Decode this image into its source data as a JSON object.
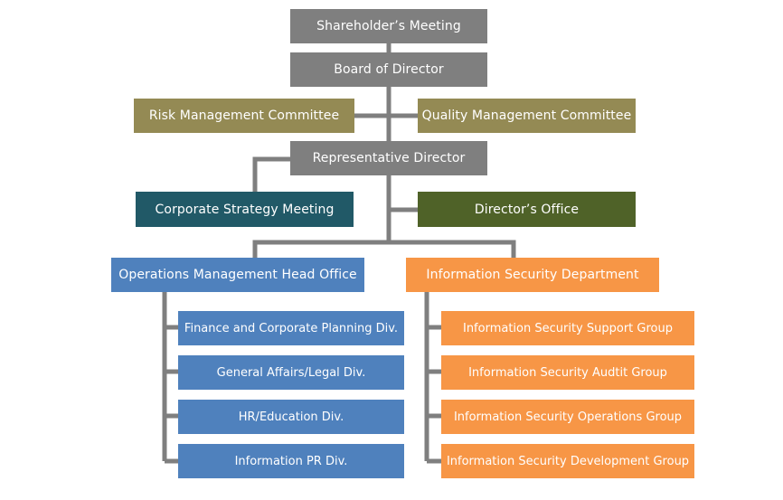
{
  "colors": {
    "connector": "#7f7f7f",
    "gray": "#7f7f7f",
    "olive": "#948a54",
    "teal": "#215967",
    "green": "#4f6228",
    "blue": "#4f81bd",
    "orange": "#f79646",
    "text": "#ffffff"
  },
  "org": {
    "shareholders_meeting": "Shareholder’s Meeting",
    "board_of_director": "Board of Director",
    "risk_management_committee": "Risk Management Committee",
    "quality_management_committee": "Quality Management Committee",
    "representative_director": "Representative Director",
    "corporate_strategy_meeting": "Corporate Strategy Meeting",
    "directors_office": "Director’s Office",
    "operations_head_office": {
      "label": "Operations Management Head Office",
      "divisions": [
        "Finance and Corporate Planning Div.",
        "General Affairs/Legal Div.",
        "HR/Education Div.",
        "Information PR Div."
      ]
    },
    "information_security_department": {
      "label": "Information Security Department",
      "groups": [
        "Information Security Support Group",
        "Information Security Audtit Group",
        "Information Security Operations Group",
        "Information Security Development Group"
      ]
    }
  }
}
